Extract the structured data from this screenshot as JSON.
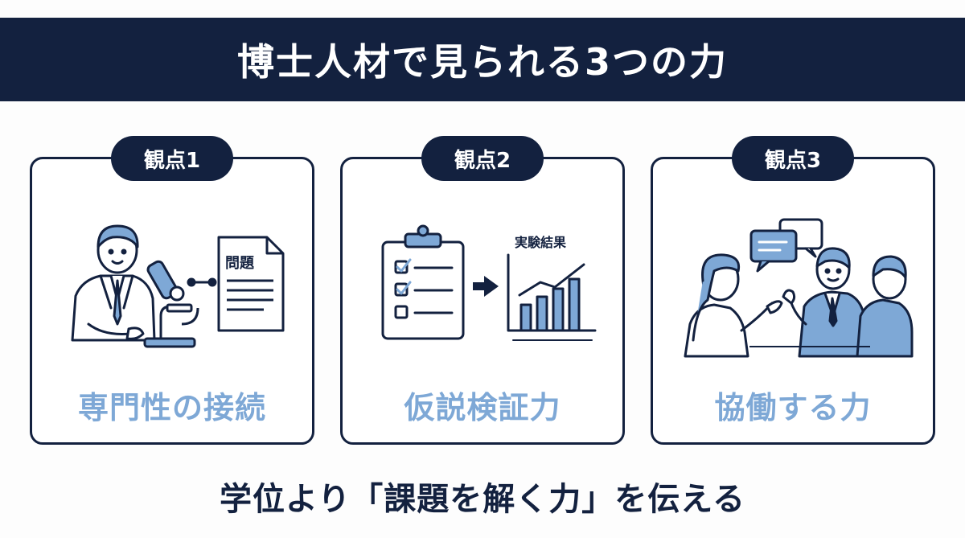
{
  "header": {
    "title": "博士人材で見られる3つの力"
  },
  "cards": [
    {
      "badge": "観点1",
      "label": "専門性の接続",
      "doc_title": "問題"
    },
    {
      "badge": "観点2",
      "label": "仮説検証力",
      "chart_title": "実験結果"
    },
    {
      "badge": "観点3",
      "label": "協働する力"
    }
  ],
  "footer": {
    "message": "学位より「課題を解く力」を伝える"
  },
  "colors": {
    "navy": "#13213f",
    "accent": "#7ea8d6",
    "light_blue": "#cfe0f1"
  }
}
